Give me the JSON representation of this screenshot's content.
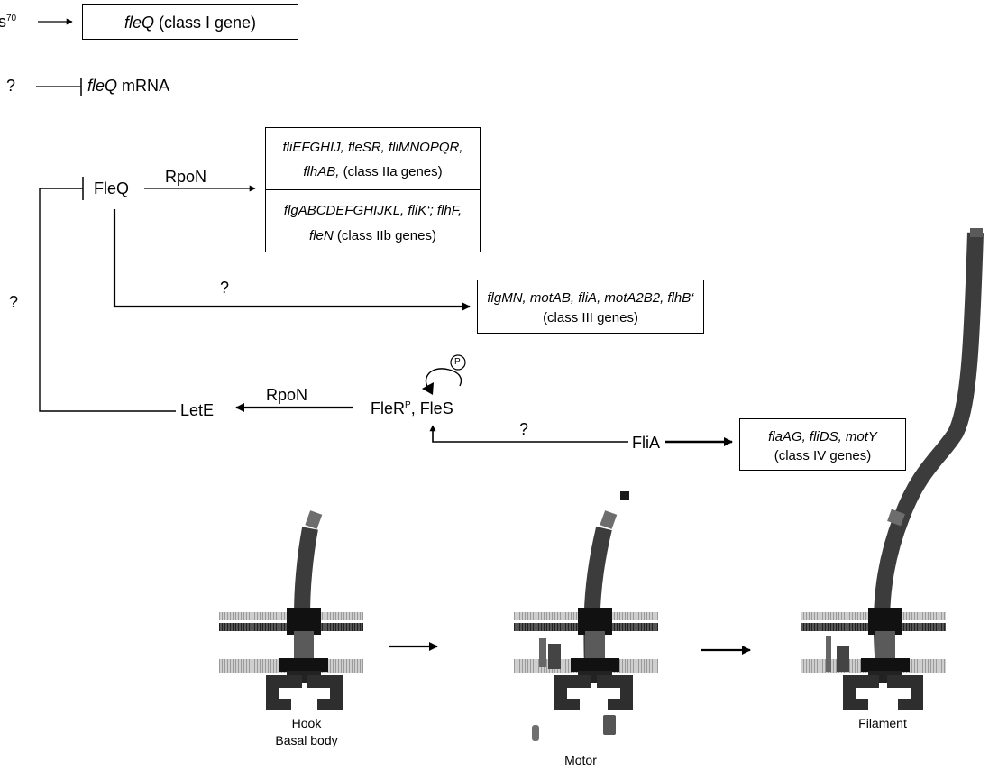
{
  "top": {
    "sigma_label": "s",
    "sigma_sup": "70",
    "fleq_box": {
      "gene": "fleQ",
      "suffix": " (class I gene)"
    },
    "q1": "?",
    "mrna": {
      "gene": "fleQ",
      "suffix": " mRNA"
    }
  },
  "fleq_node": "FleQ",
  "rpon_1": "RpoN",
  "class2_box": {
    "a_line1": "fliEFGHIJ, fleSR, fliMNOPQR,",
    "a_line2_italic": "flhAB,",
    "a_line2_rest": " (class IIa genes)",
    "b_line1": "flgABCDEFGHIJKL, fliK‘; flhF,",
    "b_line2_italic": "fleN",
    "b_line2_rest": " (class IIb genes)"
  },
  "q_class3": "?",
  "q_left": "?",
  "class3_box": {
    "line1": "flgMN, motAB, fliA, motA2B2, flhB‘",
    "line2": "(class III genes)"
  },
  "phospho": "P",
  "fler_node": {
    "main": "FleR",
    "sup": "P",
    "rest": ", FleS"
  },
  "rpon_2": "RpoN",
  "lete": "LetE",
  "q_flia": "?",
  "flia": "FliA",
  "class4_box": {
    "line1": "flaAG, fliDS, motY",
    "line2": "(class IV genes)"
  },
  "stage1_labels": [
    "Hook",
    "Basal body"
  ],
  "stage2_label": "Motor",
  "stage3_label": "Filament"
}
